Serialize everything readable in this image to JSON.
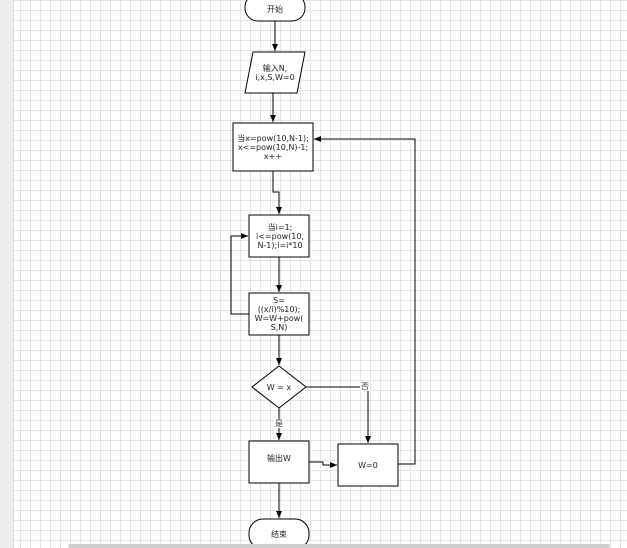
{
  "nodes": {
    "start": "开始",
    "input": "输入N,\ni,x,S,W=0",
    "outer_loop": "当x=pow(10,N-1);x<=pow(10,N)-1;x++",
    "inner_loop": "当i=1;\ni<=pow(10,\nN-1);i=i*10",
    "compute": "S=\n((x/i)%10);\nW=W+pow(\nS,N)",
    "decision": "W = x",
    "output": "输出W",
    "reset": "W=0",
    "end": "结束"
  },
  "edges": {
    "no_label": "否",
    "yes_label": "是"
  },
  "colors": {
    "stroke": "#000000",
    "grid": "#e4e4e4",
    "background": "#ffffff"
  }
}
